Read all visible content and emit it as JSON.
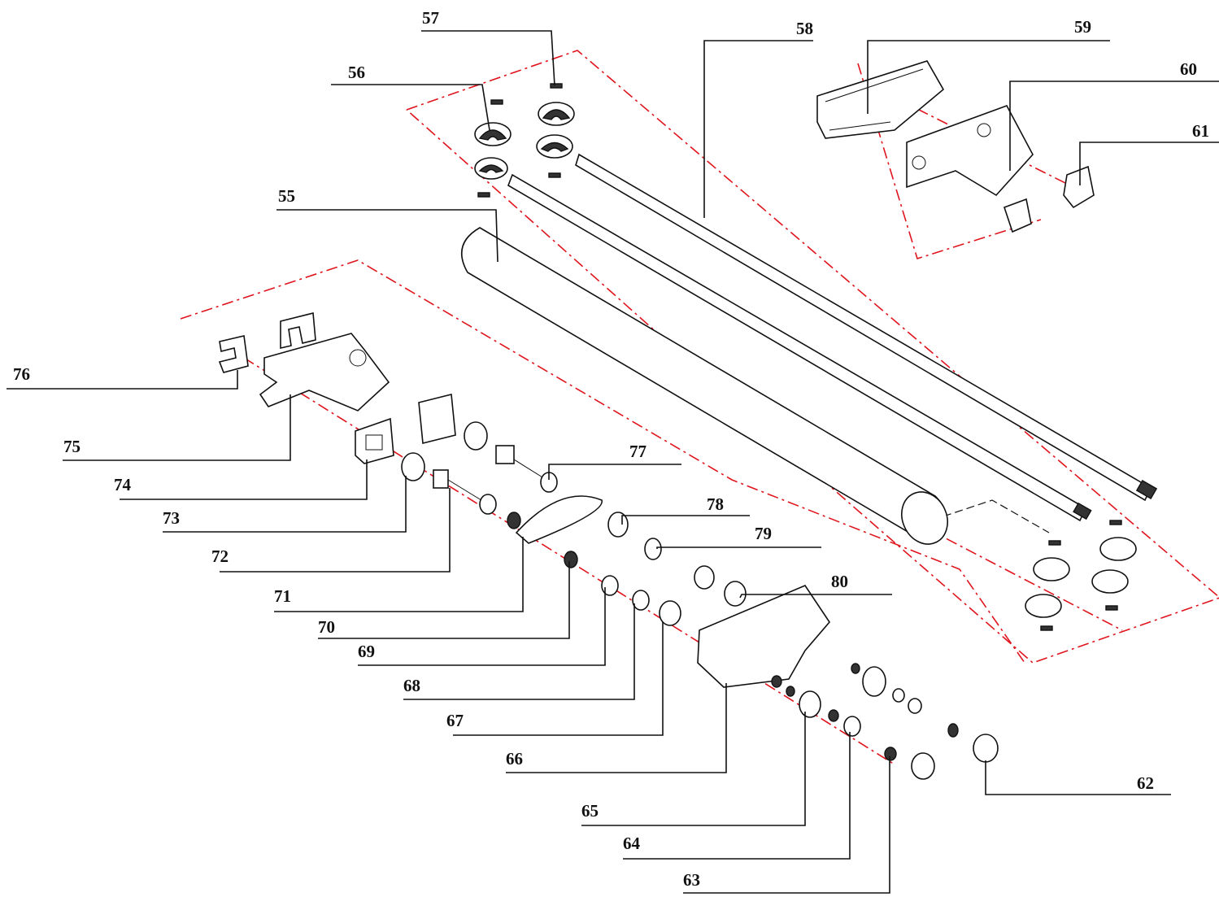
{
  "callouts": [
    {
      "id": "55",
      "label": "55"
    },
    {
      "id": "56",
      "label": "56"
    },
    {
      "id": "57",
      "label": "57"
    },
    {
      "id": "58",
      "label": "58"
    },
    {
      "id": "59",
      "label": "59"
    },
    {
      "id": "60",
      "label": "60"
    },
    {
      "id": "61",
      "label": "61"
    },
    {
      "id": "62",
      "label": "62"
    },
    {
      "id": "63",
      "label": "63"
    },
    {
      "id": "64",
      "label": "64"
    },
    {
      "id": "65",
      "label": "65"
    },
    {
      "id": "66",
      "label": "66"
    },
    {
      "id": "67",
      "label": "67"
    },
    {
      "id": "68",
      "label": "68"
    },
    {
      "id": "69",
      "label": "69"
    },
    {
      "id": "70",
      "label": "70"
    },
    {
      "id": "71",
      "label": "71"
    },
    {
      "id": "72",
      "label": "72"
    },
    {
      "id": "73",
      "label": "73"
    },
    {
      "id": "74",
      "label": "74"
    },
    {
      "id": "75",
      "label": "75"
    },
    {
      "id": "76",
      "label": "76"
    },
    {
      "id": "77",
      "label": "77"
    },
    {
      "id": "78",
      "label": "78"
    },
    {
      "id": "79",
      "label": "79"
    },
    {
      "id": "80",
      "label": "80"
    }
  ],
  "colors": {
    "axis": "#e0141c",
    "ink": "#111111",
    "background": "#ffffff"
  }
}
